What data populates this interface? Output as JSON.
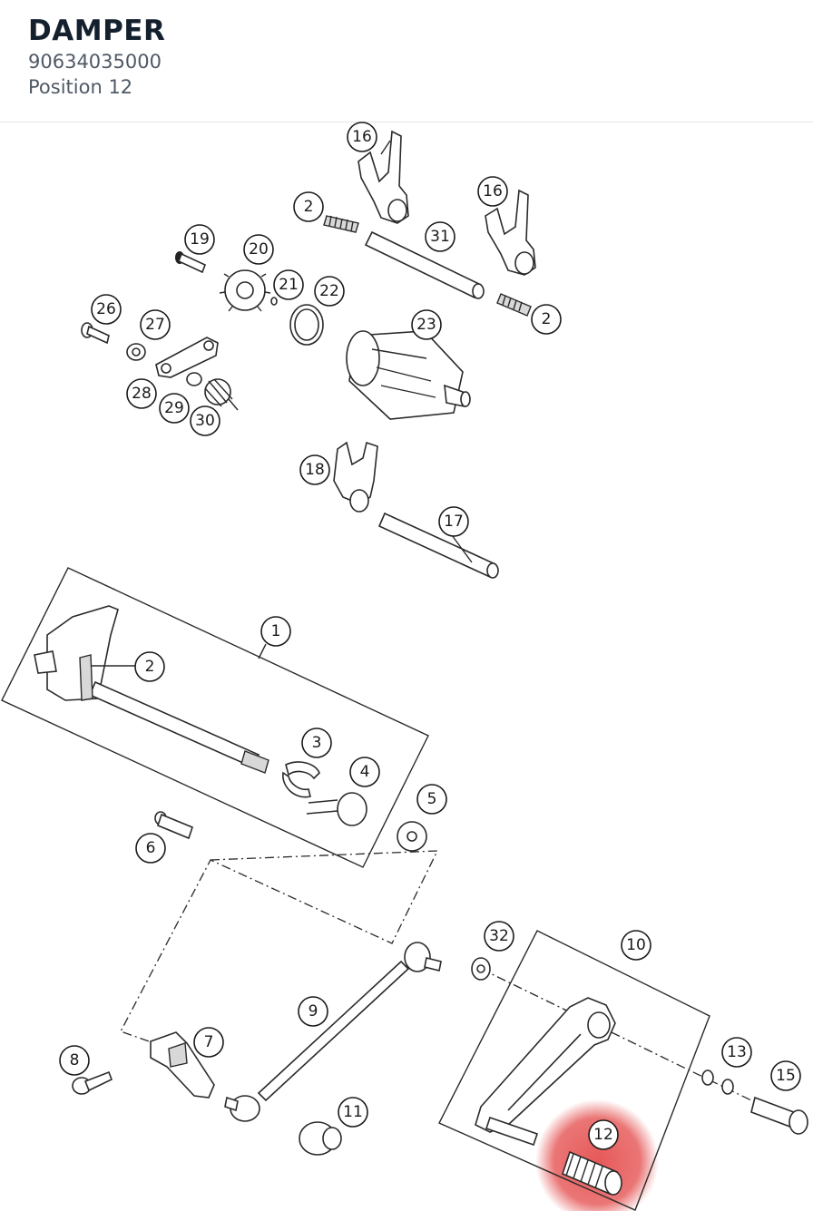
{
  "header": {
    "title": "DAMPER",
    "part_number": "90634035000",
    "position_label": "Position 12"
  },
  "highlight": {
    "label": "12",
    "color": "#e23b3b"
  },
  "callouts": [
    "16",
    "2",
    "31",
    "16",
    "19",
    "20",
    "21",
    "22",
    "2",
    "26",
    "27",
    "23",
    "28",
    "29",
    "30",
    "18",
    "17",
    "1",
    "2",
    "3",
    "4",
    "5",
    "6",
    "9",
    "7",
    "8",
    "32",
    "10",
    "13",
    "15",
    "11",
    "12"
  ]
}
